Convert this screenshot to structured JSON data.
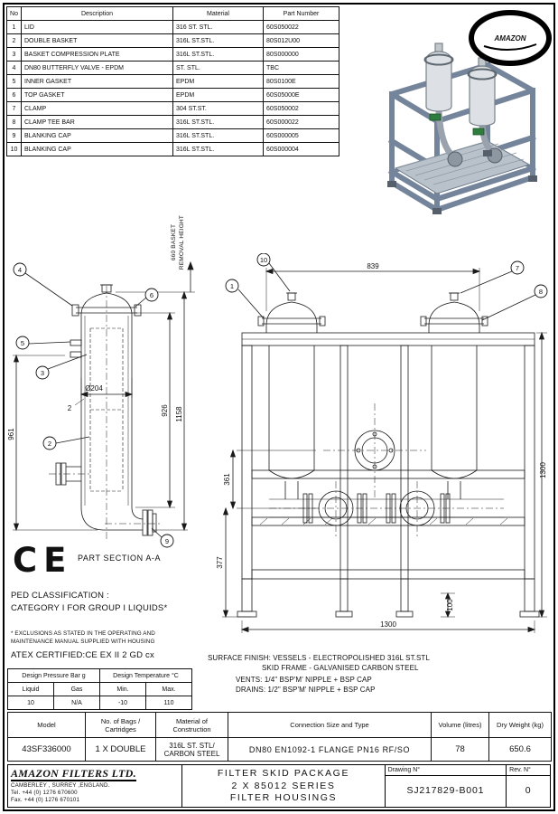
{
  "colors": {
    "frame_steel": "#74849a",
    "vessel_gray": "#dde0e4",
    "line": "#111111"
  },
  "parts_table": {
    "headers": {
      "no": "No",
      "description": "Description",
      "material": "Material",
      "part_number": "Part Number"
    },
    "rows": [
      {
        "no": "1",
        "desc": "LID",
        "mat": "316 ST. STL.",
        "part": "60S050022"
      },
      {
        "no": "2",
        "desc": "DOUBLE BASKET",
        "mat": "316L ST.STL.",
        "part": "80S012U00"
      },
      {
        "no": "3",
        "desc": "BASKET COMPRESSION PLATE",
        "mat": "316L ST.STL.",
        "part": "80S000000"
      },
      {
        "no": "4",
        "desc": "DN80 BUTTERFLY VALVE - EPDM",
        "mat": "ST. STL.",
        "part": "TBC"
      },
      {
        "no": "5",
        "desc": "INNER GASKET",
        "mat": "EPDM",
        "part": "80S0100E"
      },
      {
        "no": "6",
        "desc": "TOP GASKET",
        "mat": "EPDM",
        "part": "60S05000E"
      },
      {
        "no": "7",
        "desc": "CLAMP",
        "mat": "304 ST.ST.",
        "part": "60S050002"
      },
      {
        "no": "8",
        "desc": "CLAMP TEE BAR",
        "mat": "316L ST.STL.",
        "part": "60S000022"
      },
      {
        "no": "9",
        "desc": "BLANKING CAP",
        "mat": "316L ST.STL.",
        "part": "60S000005"
      },
      {
        "no": "10",
        "desc": "BLANKING CAP",
        "mat": "316L ST.STL.",
        "part": "60S000004"
      }
    ]
  },
  "logo": {
    "brand": "AMAZON"
  },
  "section_view": {
    "label": "PART SECTION A-A",
    "note_line1": "660 BASKET",
    "note_line2": "REMOVAL HEIGHT",
    "dim_diameter": "Ø204",
    "dim_thickness": "2",
    "dim_total_height": "1158",
    "dim_body_height": "926",
    "dim_left_height": "961",
    "balloon_4": "4",
    "balloon_6": "6",
    "balloon_5": "5",
    "balloon_3": "3",
    "balloon_2": "2",
    "balloon_9": "9"
  },
  "front_view": {
    "dim_top_width": "839",
    "dim_right_height": "1300",
    "dim_bottom_width": "1300",
    "dim_upper_span": "361",
    "dim_lower_span": "377",
    "dim_foot": "100",
    "balloon_10": "10",
    "balloon_1": "1",
    "balloon_7": "7",
    "balloon_8": "8"
  },
  "ce_mark": "CE",
  "ped": {
    "line1": "PED CLASSIFICATION :",
    "line2": "CATEGORY I FOR GROUP I LIQUIDS*",
    "note1": "* EXCLUSIONS AS STATED IN THE OPERATING AND",
    "note2": "MAINTENANCE MANUAL SUPPLIED WITH HOUSING",
    "atex": "ATEX CERTIFIED:CE EX II 2 GD cx"
  },
  "finish": {
    "line1": "SURFACE FINISH: VESSELS - ELECTROPOLISHED 316L ST.STL",
    "line2": "SKID FRAME - GALVANISED CARBON STEEL",
    "line3": "VENTS: 1/4\" BSP'M' NIPPLE + BSP CAP",
    "line4": "DRAINS: 1/2\" BSP'M'  NIPPLE + BSP CAP"
  },
  "design_table": {
    "pressure_header": "Design Pressure Bar g",
    "temperature_header": "Design Temperature °C",
    "col_liquid": "Liquid",
    "col_gas": "Gas",
    "col_min": "Min.",
    "col_max": "Max.",
    "val_liquid": "10",
    "val_gas": "N/A",
    "val_min": "-10",
    "val_max": "110"
  },
  "spec_table": {
    "h_model": "Model",
    "h_bags": "No. of Bags / Cartridges",
    "h_material": "Material of Construction",
    "h_connection": "Connection Size and Type",
    "h_volume": "Volume (litres)",
    "h_weight": "Dry Weight (kg)",
    "v_model": "43SF336000",
    "v_bags": "1 X DOUBLE",
    "v_material": "316L ST. STL/ CARBON STEEL",
    "v_connection": "DN80 EN1092-1 FLANGE PN16 RF/SO",
    "v_volume": "78",
    "v_weight": "650.6"
  },
  "title_block": {
    "company": "AMAZON FILTERS LTD.",
    "address": "CAMBERLEY , SURREY ,ENGLAND.",
    "tel": "Tel. +44 (0) 1276 670600",
    "fax": "Fax. +44 (0) 1276 670101",
    "title_line1": "FILTER SKID PACKAGE",
    "title_line2": "2 X 85012 SERIES",
    "title_line3": "FILTER HOUSINGS",
    "drawing_no_label": "Drawing N°",
    "drawing_no": "SJ217829-B001",
    "rev_label": "Rev. N°",
    "rev": "0"
  }
}
